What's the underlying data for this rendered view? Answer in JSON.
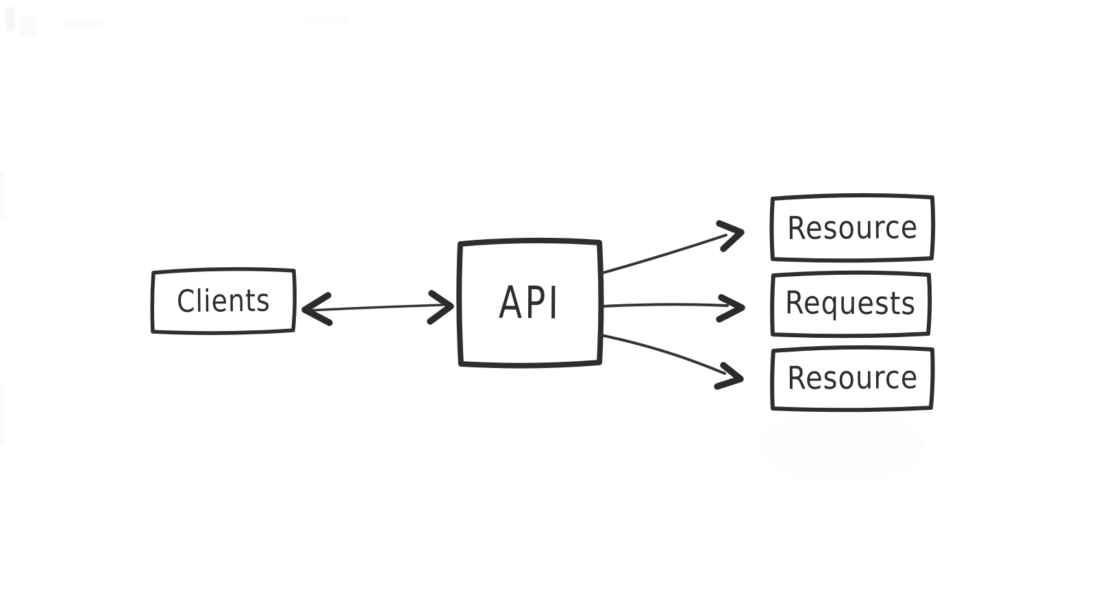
{
  "diagram": {
    "style": "hand-drawn-sketch",
    "background_color": "#ffffff",
    "ink_color": "#2d2d2d",
    "nodes": {
      "clients": {
        "label": "Clients"
      },
      "api": {
        "label": "API"
      },
      "resource_top": {
        "label": "Resource"
      },
      "requests": {
        "label": "Requests"
      },
      "resource_bottom": {
        "label": "Resource"
      }
    },
    "edges": [
      {
        "from": "Clients",
        "to": "API",
        "style": "bidirectional-arrow"
      },
      {
        "from": "API",
        "to": "Resource (top)",
        "style": "arrow"
      },
      {
        "from": "API",
        "to": "Requests",
        "style": "arrow"
      },
      {
        "from": "API",
        "to": "Resource (bottom)",
        "style": "arrow"
      }
    ]
  }
}
